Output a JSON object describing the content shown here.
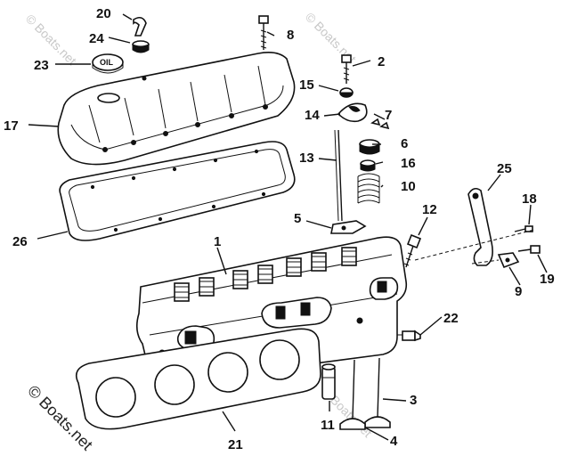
{
  "watermark": {
    "text_top_left": "© Boats.net",
    "text_top_right": "© Boats.net",
    "text_bottom_left": "© Boats.net",
    "text_bottom_mid": "© Boats.net"
  },
  "oil_cap_text": "OIL",
  "callouts": [
    "1",
    "2",
    "3",
    "4",
    "5",
    "6",
    "7",
    "8",
    "9",
    "10",
    "11",
    "12",
    "13",
    "14",
    "15",
    "16",
    "17",
    "18",
    "19",
    "20",
    "21",
    "22",
    "23",
    "24",
    "25",
    "26"
  ]
}
